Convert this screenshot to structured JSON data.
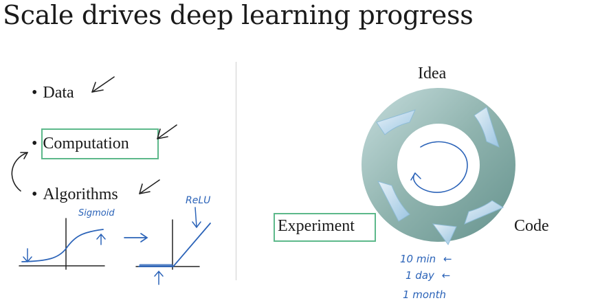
{
  "slide": {
    "title": "Scale drives deep learning progress",
    "bullets": [
      {
        "label": "Data"
      },
      {
        "label": "Computation"
      },
      {
        "label": "Algorithms"
      }
    ],
    "bullet_char": "•",
    "activation_annotations": {
      "left_curve": "Sigmoid",
      "right_curve": "ReLU"
    },
    "cycle": {
      "nodes": [
        "Idea",
        "Code",
        "Experiment"
      ]
    },
    "iteration_notes": [
      {
        "time": "10 min",
        "arrow": "←"
      },
      {
        "time": "1 day",
        "arrow": "←"
      },
      {
        "time": "1 month",
        "arrow": ""
      }
    ],
    "colors": {
      "ink": "#2b63b8",
      "highlight_box": "#5cb88a",
      "ring": "#8fb5b0"
    }
  }
}
